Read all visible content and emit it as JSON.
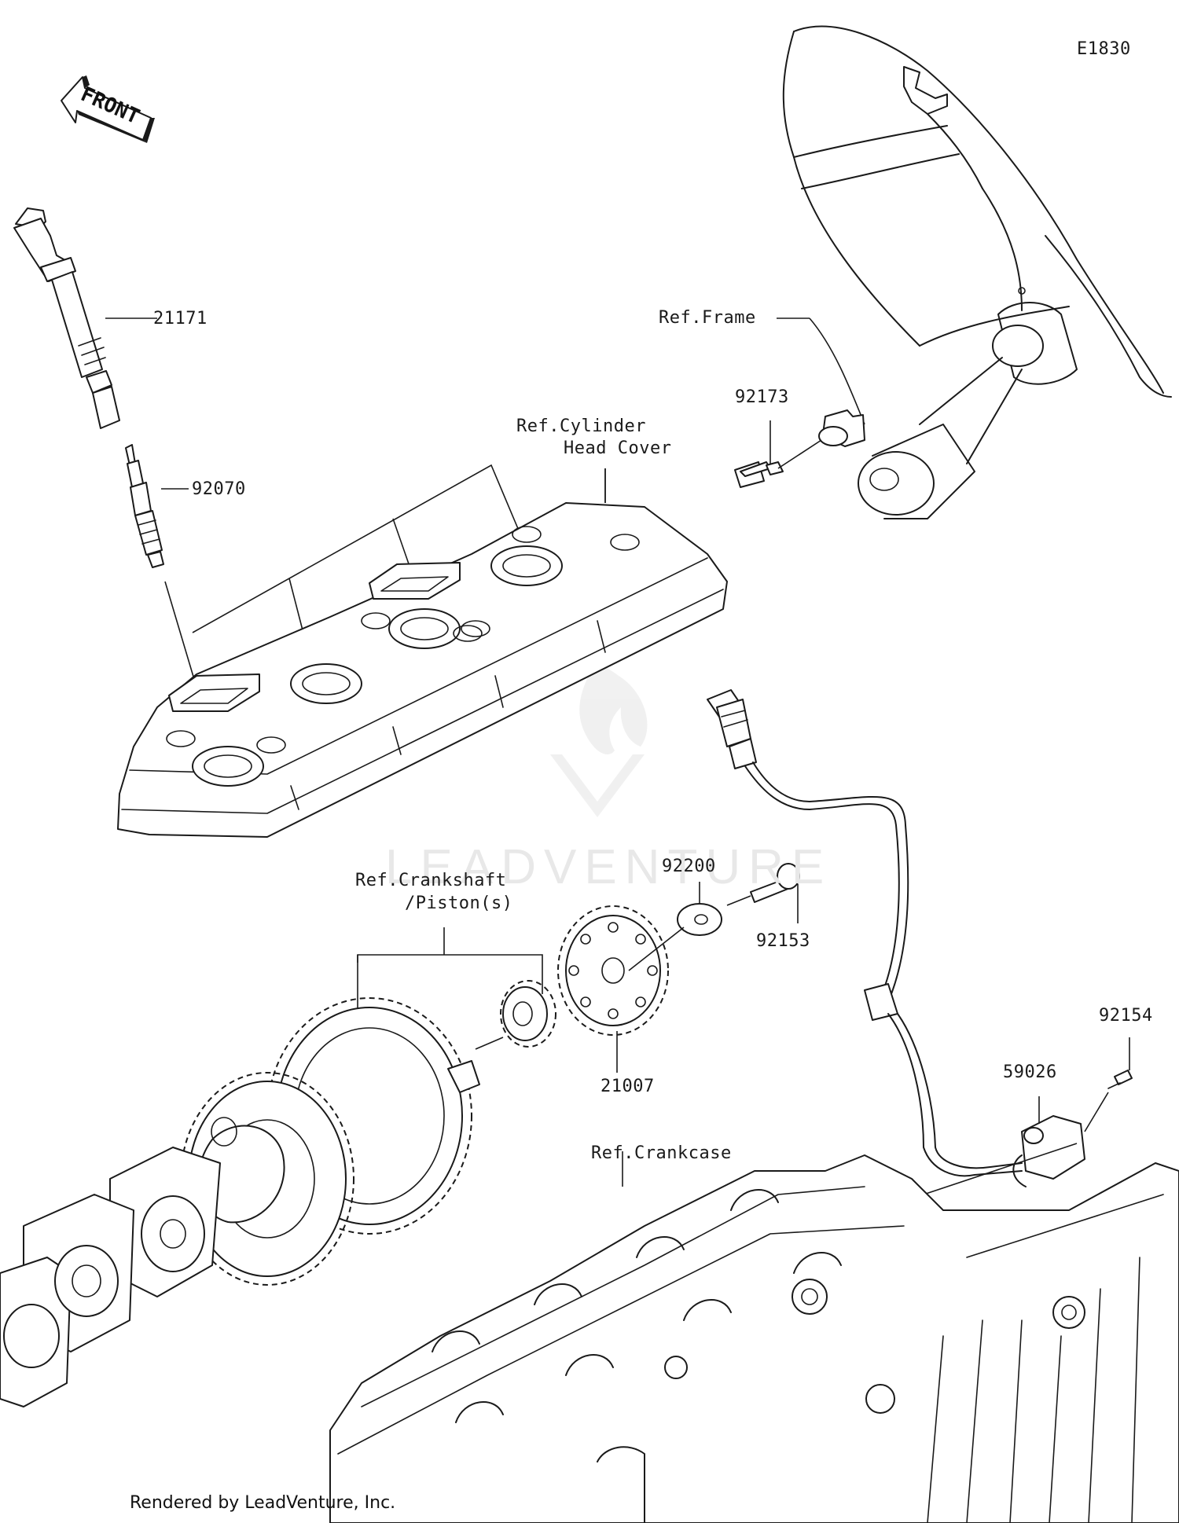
{
  "diagram_code": "E1830",
  "direction_arrow": {
    "label": "FRONT",
    "icon": "front-arrow-icon"
  },
  "callouts": {
    "ignition_coil": "21171",
    "spark_plug": "92070",
    "sensor_92173": "92173",
    "washer": "92200",
    "bolt_92153": "92153",
    "rotor": "21007",
    "bolt_92154": "92154",
    "pickup_coil": "59026"
  },
  "references": {
    "frame": "Ref.Frame",
    "cylinder_head_cover_line1": "Ref.Cylinder",
    "cylinder_head_cover_line2": "Head Cover",
    "crankshaft_line1": "Ref.Crankshaft",
    "crankshaft_line2": "/Piston(s)",
    "crankcase": "Ref.Crankcase"
  },
  "watermark": "LEADVENTURE",
  "footer": "Rendered by LeadVenture, Inc."
}
